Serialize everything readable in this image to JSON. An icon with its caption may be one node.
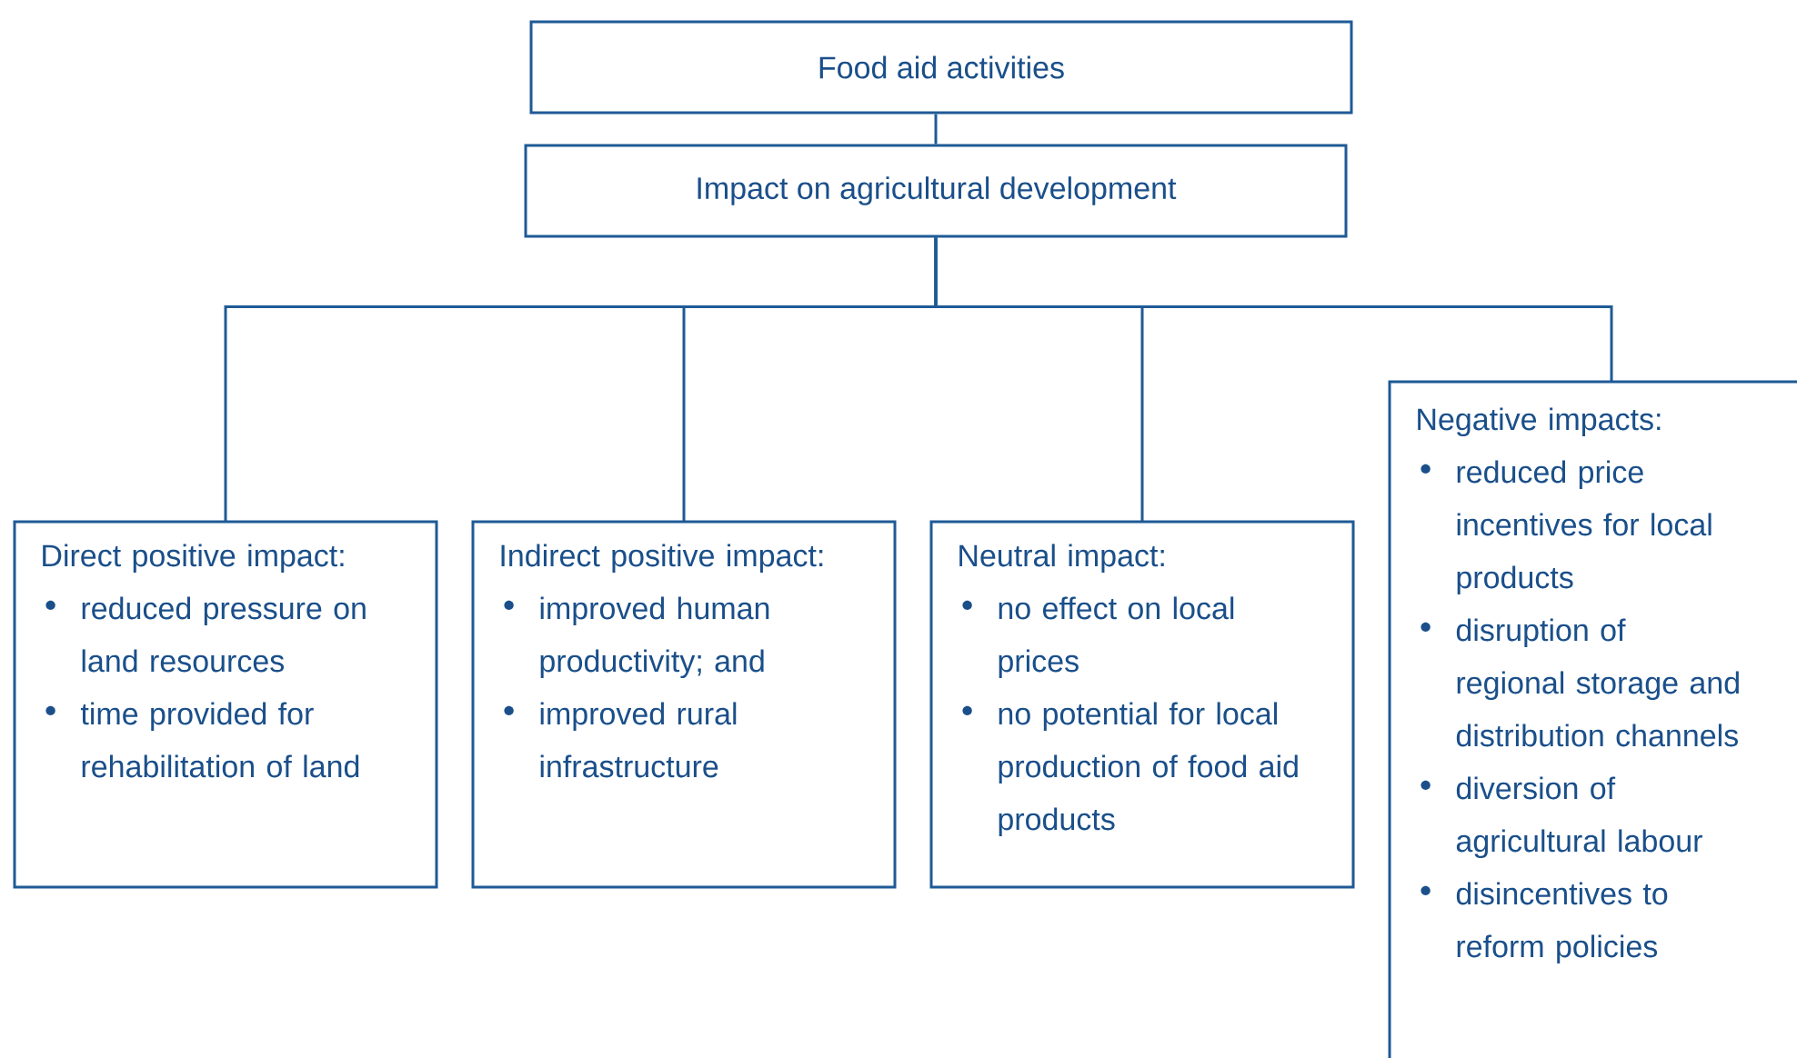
{
  "diagram": {
    "nodes": [
      {
        "text": [
          "Food aid activities"
        ]
      },
      {
        "text": [
          "Impact on agricultural development"
        ]
      },
      {
        "text": [
          "Direct positive impact:",
          "reduced pressure on land resources",
          "time provided for rehabilitation of land"
        ]
      },
      {
        "text": [
          "Indirect positive impact:",
          "improved human productivity; and",
          "improved rural infrastructure"
        ]
      },
      {
        "text": [
          "Neutral impact:",
          "no effect on local prices",
          "no potential for local production of food aid products"
        ]
      },
      {
        "text": [
          "Negative impacts:",
          "reduced price incentives for local products",
          "disruption of regional storage and distribution channels",
          "diversion of agricultural labour",
          "disincentives to reform policies"
        ]
      }
    ],
    "edges": [
      {
        "from": 0,
        "to": 1,
        "arrow": "none"
      },
      {
        "from": 1,
        "to": 2,
        "arrow": "none"
      },
      {
        "from": 1,
        "to": 3,
        "arrow": "none"
      },
      {
        "from": 1,
        "to": 4,
        "arrow": "none"
      },
      {
        "from": 1,
        "to": 5,
        "arrow": "none"
      }
    ]
  }
}
